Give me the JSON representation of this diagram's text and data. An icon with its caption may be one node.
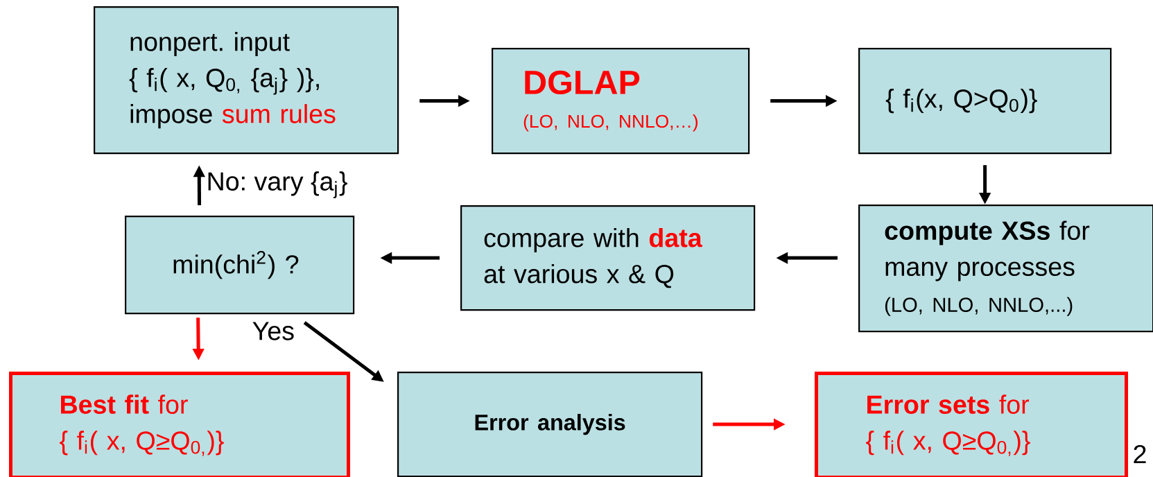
{
  "diagram": {
    "nodes": [
      {
        "text": [
          "nonpert. input",
          "{ f$_{i}$( x, Q$_{0,}$ {a$_{j}$} )},",
          "impose",
          "sum rules"
        ]
      },
      {
        "text": [
          "DGLAP",
          "(LO, NLO, NNLO,…)"
        ]
      },
      {
        "text": [
          "{ f$_{i}$(x, Q>Q$_{0}$)}"
        ]
      },
      {
        "text": [
          "**compute XSs** for many processes",
          "(LO, NLO, NNLO,...)"
        ]
      },
      {
        "text": [
          "compare with",
          "data",
          "at various x & Q"
        ]
      },
      {
        "text": [
          "min(chi$^{2}$) ?"
        ]
      },
      {
        "text": [
          "**Best fit** for",
          "{ f$_{i}$( x, Q≥Q$_{0,}$)}"
        ]
      },
      {
        "text": [
          "Error analysis"
        ]
      },
      {
        "text": [
          "**Error sets** for",
          "{ f$_{i}$( x, Q≥Q$_{0,}$)}"
        ]
      }
    ],
    "edges": [
      {
        "from": 0,
        "to": 1,
        "arrow": "to"
      },
      {
        "from": 1,
        "to": 2,
        "arrow": "to"
      },
      {
        "from": 2,
        "to": 3,
        "arrow": "to"
      },
      {
        "from": 3,
        "to": 4,
        "arrow": "to"
      },
      {
        "from": 4,
        "to": 5,
        "arrow": "to"
      },
      {
        "from": 5,
        "to": 0,
        "arrow": "to",
        "label": "No: vary {a$_{j}$}"
      },
      {
        "from": 5,
        "to": 6,
        "arrow": "to",
        "color": "#ff0000"
      },
      {
        "from": 5,
        "to": 7,
        "arrow": "to",
        "label": "Yes"
      },
      {
        "from": 7,
        "to": 8,
        "arrow": "to",
        "color": "#ff0000"
      }
    ],
    "labels": [
      "2"
    ]
  }
}
